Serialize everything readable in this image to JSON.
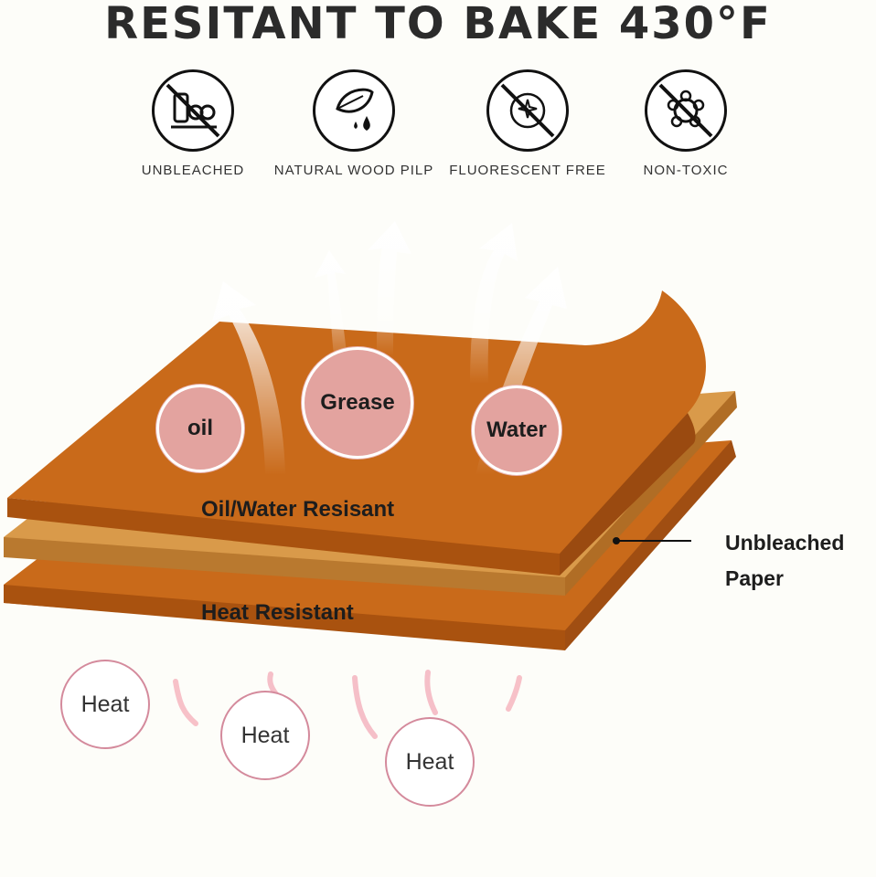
{
  "headline": "RESITANT TO BAKE 430°F",
  "badges": [
    {
      "label": "UNBLEACHED",
      "icon": "no-bleach-bottles-icon"
    },
    {
      "label": "NATURAL WOOD PILP",
      "icon": "leaf-drop-icon"
    },
    {
      "label": "FLUORESCENT FREE",
      "icon": "no-fluorescent-icon"
    },
    {
      "label": "NON-TOXIC",
      "icon": "no-toxin-icon"
    }
  ],
  "bubbles": {
    "oil": "oil",
    "grease": "Grease",
    "water": "Water"
  },
  "layers": {
    "top": "Oil/Water Resisant",
    "bottom": "Heat Resistant",
    "side_line1": "Unbleached",
    "side_line2": "Paper"
  },
  "heat": [
    "Heat",
    "Heat",
    "Heat"
  ],
  "colors": {
    "sheet": "#c96a1a",
    "sheet_edge": "#a9520f",
    "middle": "#d99a4a",
    "bubble": "#e3a39f",
    "heat_ring": "#d48a9c"
  }
}
